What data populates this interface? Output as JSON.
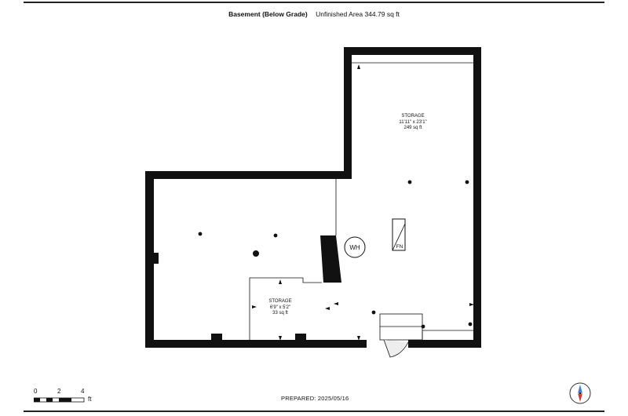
{
  "header": {
    "floor": "Basement (Below Grade)",
    "area": "Unfinished Area 344.79 sq ft"
  },
  "rooms": [
    {
      "name": "STORAGE",
      "dims": "11'11\" x 23'1\"",
      "area": "249 sq ft"
    },
    {
      "name": "STORAGE",
      "dims": "6'9\" x 5'2\"",
      "area": "33 sq ft"
    }
  ],
  "fixtures": {
    "water_heater": "WH",
    "furnace": "FN"
  },
  "scale": {
    "ticks": [
      "0",
      "2",
      "4"
    ],
    "unit": "ft"
  },
  "footer": {
    "prepared": "PREPARED: 2025/05/16"
  },
  "icons": [
    "compass-icon",
    "stairs-icon",
    "door-swing-icon",
    "column-icon"
  ]
}
